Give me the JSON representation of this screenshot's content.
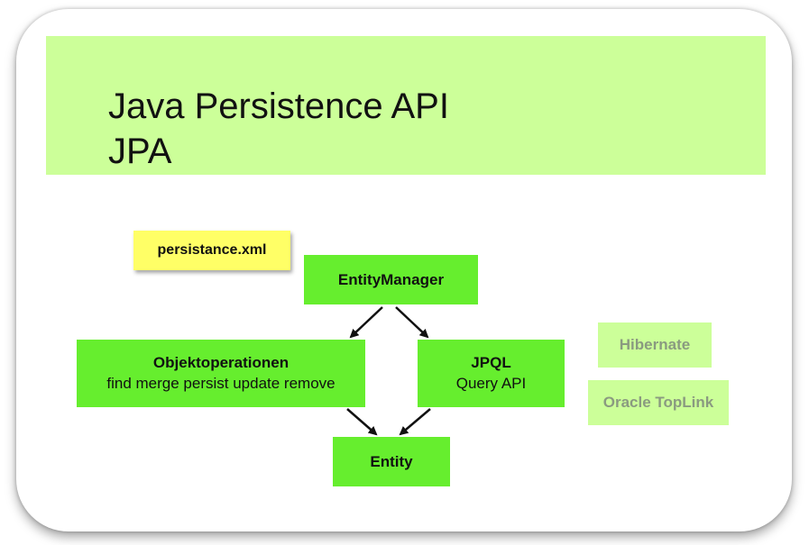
{
  "title": {
    "line1": "Java Persistence API",
    "line2": "JPA"
  },
  "note": {
    "label": "persistance.xml"
  },
  "nodes": {
    "entity_manager": "EntityManager",
    "objektoperationen": {
      "title": "Objektoperationen",
      "subtitle": "find merge persist update remove"
    },
    "jpql": {
      "title": "JPQL",
      "subtitle": "Query API"
    },
    "entity": "Entity"
  },
  "providers": {
    "hibernate": "Hibernate",
    "toplink": "Oracle TopLink"
  },
  "colors": {
    "header_band": "#ccff99",
    "node_green": "#66ee2e",
    "note_yellow": "#ffff66",
    "provider_text": "#8a9a80"
  },
  "edges": [
    {
      "from": "EntityManager",
      "to": "Objektoperationen"
    },
    {
      "from": "EntityManager",
      "to": "JPQL"
    },
    {
      "from": "Objektoperationen",
      "to": "Entity"
    },
    {
      "from": "JPQL",
      "to": "Entity"
    }
  ]
}
